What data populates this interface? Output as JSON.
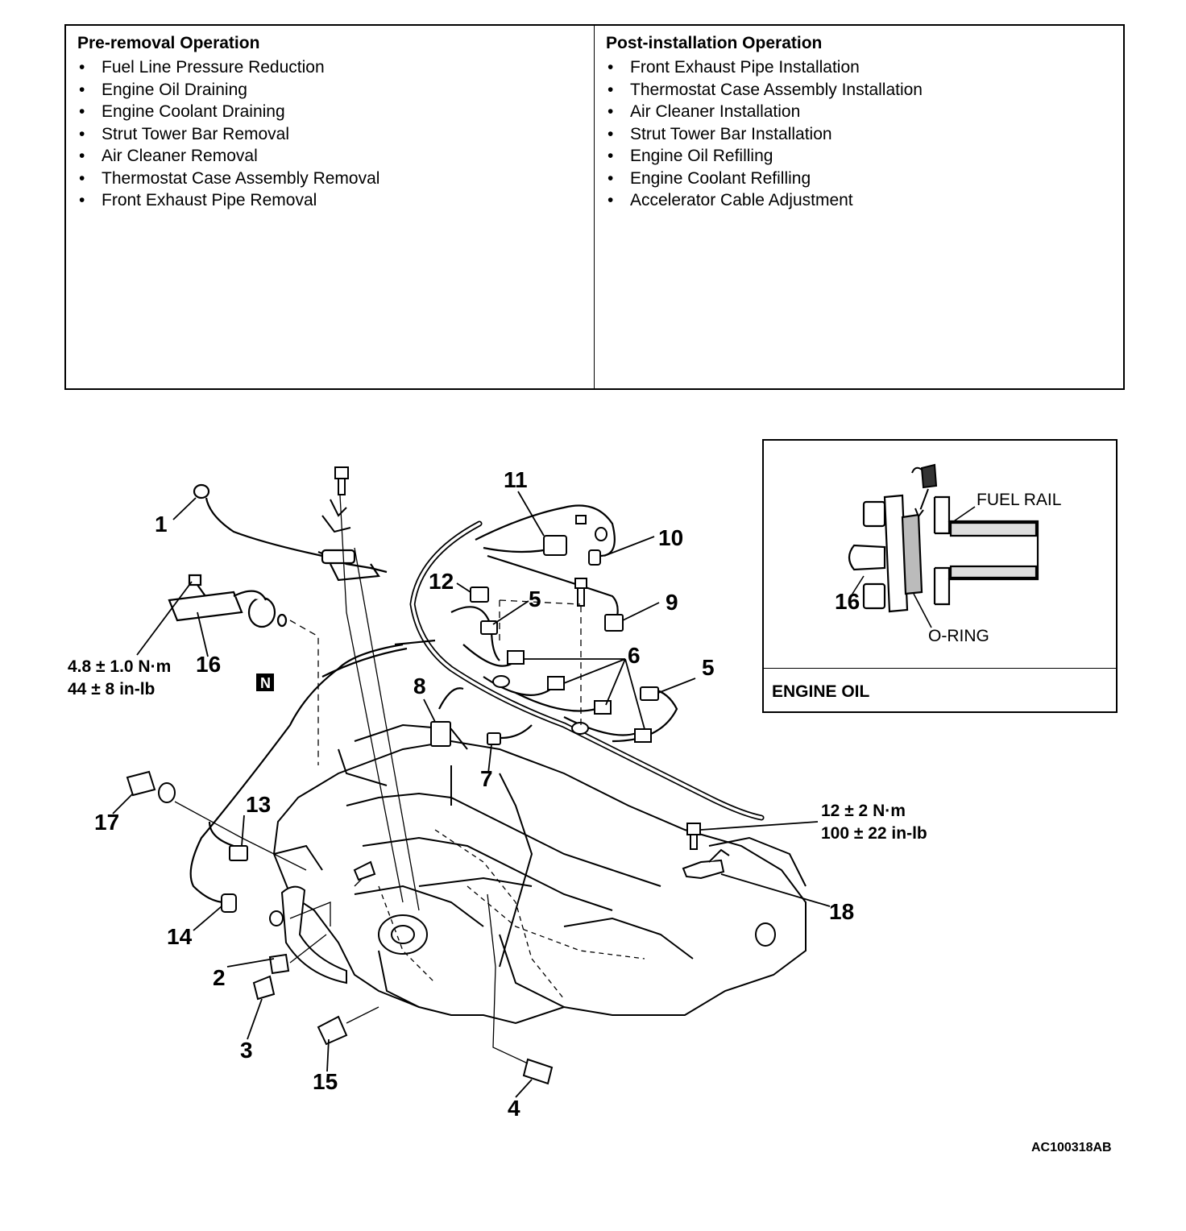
{
  "pre_removal": {
    "heading": "Pre-removal Operation",
    "items": [
      "Fuel Line Pressure Reduction",
      "Engine Oil Draining",
      "Engine Coolant Draining",
      "Strut Tower Bar Removal",
      "Air Cleaner Removal",
      "Thermostat Case Assembly Removal",
      "Front Exhaust Pipe Removal"
    ]
  },
  "post_installation": {
    "heading": "Post-installation Operation",
    "items": [
      "Front Exhaust Pipe Installation",
      "Thermostat Case Assembly Installation",
      "Air Cleaner Installation",
      "Strut Tower Bar Installation",
      "Engine Oil Refilling",
      "Engine Coolant Refilling",
      "Accelerator Cable Adjustment"
    ]
  },
  "callouts": {
    "c1": "1",
    "c2": "2",
    "c3": "3",
    "c4": "4",
    "c5a": "5",
    "c5b": "5",
    "c6": "6",
    "c7": "7",
    "c8": "8",
    "c9": "9",
    "c10": "10",
    "c11": "11",
    "c12": "12",
    "c13": "13",
    "c14": "14",
    "c15": "15",
    "c16": "16",
    "c17": "17",
    "c18": "18"
  },
  "torque_specs": {
    "small_nm": "4.8 ± 1.0 N·m",
    "small_inlb": "44 ± 8 in-lb",
    "large_nm": "12 ± 2 N·m",
    "large_inlb": "100 ± 22 in-lb"
  },
  "symbol_n": "N",
  "inset": {
    "fuel_rail_label": "FUEL RAIL",
    "part_number": "16",
    "oring_label": "O-RING",
    "caption": "ENGINE OIL"
  },
  "figure_code": "AC100318AB"
}
